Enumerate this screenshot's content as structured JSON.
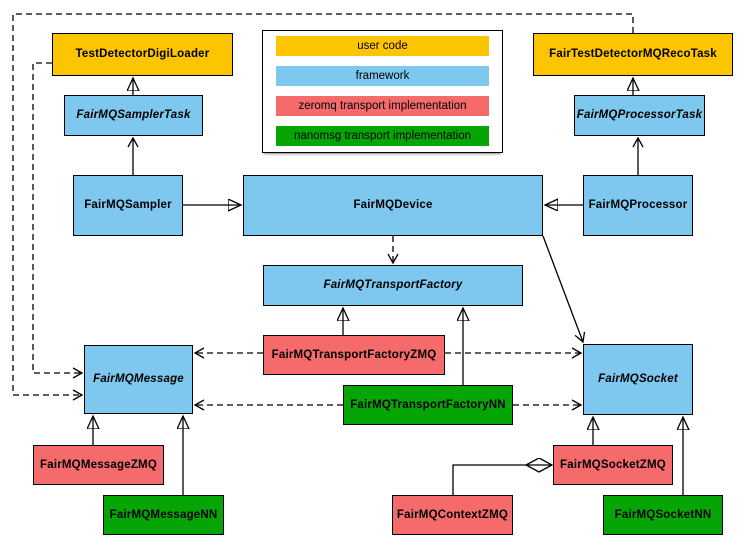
{
  "colors": {
    "user_code": "#FDC500",
    "framework": "#7EC8F0",
    "zeromq": "#F56B6B",
    "nanomsg": "#06A506",
    "border": "#000000",
    "background": "#FFFFFF"
  },
  "legend": {
    "items": [
      {
        "label": "user code",
        "type": "user_code"
      },
      {
        "label": "framework",
        "type": "framework"
      },
      {
        "label": "zeromq transport implementation",
        "type": "zeromq"
      },
      {
        "label": "nanomsg transport implementation",
        "type": "nanomsg"
      }
    ]
  },
  "nodes": {
    "digiLoader": {
      "label": "TestDetectorDigiLoader",
      "type": "user_code",
      "abstract": false
    },
    "recoTask": {
      "label": "FairTestDetectorMQRecoTask",
      "type": "user_code",
      "abstract": false
    },
    "samplerTask": {
      "label": "FairMQSamplerTask",
      "type": "framework",
      "abstract": true
    },
    "processorTask": {
      "label": "FairMQProcessorTask",
      "type": "framework",
      "abstract": true
    },
    "sampler": {
      "label": "FairMQSampler",
      "type": "framework",
      "abstract": false
    },
    "device": {
      "label": "FairMQDevice",
      "type": "framework",
      "abstract": false
    },
    "processor": {
      "label": "FairMQProcessor",
      "type": "framework",
      "abstract": false
    },
    "factory": {
      "label": "FairMQTransportFactory",
      "type": "framework",
      "abstract": true
    },
    "factoryZMQ": {
      "label": "FairMQTransportFactoryZMQ",
      "type": "zeromq",
      "abstract": false
    },
    "factoryNN": {
      "label": "FairMQTransportFactoryNN",
      "type": "nanomsg",
      "abstract": false
    },
    "message": {
      "label": "FairMQMessage",
      "type": "framework",
      "abstract": true
    },
    "socket": {
      "label": "FairMQSocket",
      "type": "framework",
      "abstract": true
    },
    "messageZMQ": {
      "label": "FairMQMessageZMQ",
      "type": "zeromq",
      "abstract": false
    },
    "messageNN": {
      "label": "FairMQMessageNN",
      "type": "nanomsg",
      "abstract": false
    },
    "contextZMQ": {
      "label": "FairMQContextZMQ",
      "type": "zeromq",
      "abstract": false
    },
    "socketZMQ": {
      "label": "FairMQSocketZMQ",
      "type": "zeromq",
      "abstract": false
    },
    "socketNN": {
      "label": "FairMQSocketNN",
      "type": "nanomsg",
      "abstract": false
    }
  },
  "edges": [
    {
      "from": "FairMQSamplerTask",
      "to": "TestDetectorDigiLoader",
      "style": "solid",
      "head": "hollow-triangle"
    },
    {
      "from": "FairMQSampler",
      "to": "FairMQSamplerTask",
      "style": "solid",
      "head": "open-arrow"
    },
    {
      "from": "FairMQSampler",
      "to": "FairMQDevice",
      "style": "solid",
      "head": "hollow-triangle"
    },
    {
      "from": "FairMQProcessor",
      "to": "FairMQDevice",
      "style": "solid",
      "head": "hollow-triangle"
    },
    {
      "from": "FairMQProcessor",
      "to": "FairMQProcessorTask",
      "style": "solid",
      "head": "open-arrow"
    },
    {
      "from": "FairMQProcessorTask",
      "to": "FairTestDetectorMQRecoTask",
      "style": "solid",
      "head": "hollow-triangle"
    },
    {
      "from": "FairMQDevice",
      "to": "FairMQTransportFactory",
      "style": "dashed",
      "head": "open-arrow"
    },
    {
      "from": "FairMQDevice",
      "to": "FairMQSocket",
      "style": "solid",
      "head": "open-arrow"
    },
    {
      "from": "FairMQTransportFactoryZMQ",
      "to": "FairMQTransportFactory",
      "style": "solid",
      "head": "hollow-triangle"
    },
    {
      "from": "FairMQTransportFactoryNN",
      "to": "FairMQTransportFactory",
      "style": "solid",
      "head": "hollow-triangle"
    },
    {
      "from": "FairMQTransportFactoryZMQ",
      "to": "FairMQMessage",
      "style": "dashed",
      "head": "open-arrow"
    },
    {
      "from": "FairMQTransportFactoryZMQ",
      "to": "FairMQSocket",
      "style": "dashed",
      "head": "open-arrow"
    },
    {
      "from": "FairMQTransportFactoryNN",
      "to": "FairMQMessage",
      "style": "dashed",
      "head": "open-arrow"
    },
    {
      "from": "FairMQTransportFactoryNN",
      "to": "FairMQSocket",
      "style": "dashed",
      "head": "open-arrow"
    },
    {
      "from": "TestDetectorDigiLoader",
      "to": "FairMQMessage",
      "style": "dashed",
      "head": "open-arrow"
    },
    {
      "from": "FairTestDetectorMQRecoTask",
      "to": "FairMQMessage",
      "style": "dashed",
      "head": "open-arrow"
    },
    {
      "from": "FairMQMessageZMQ",
      "to": "FairMQMessage",
      "style": "solid",
      "head": "hollow-triangle"
    },
    {
      "from": "FairMQMessageNN",
      "to": "FairMQMessage",
      "style": "solid",
      "head": "hollow-triangle"
    },
    {
      "from": "FairMQSocketZMQ",
      "to": "FairMQSocket",
      "style": "solid",
      "head": "hollow-triangle"
    },
    {
      "from": "FairMQSocketNN",
      "to": "FairMQSocket",
      "style": "solid",
      "head": "hollow-triangle"
    },
    {
      "from": "FairMQContextZMQ",
      "to": "FairMQSocketZMQ",
      "style": "solid",
      "head": "filled-diamond"
    }
  ]
}
